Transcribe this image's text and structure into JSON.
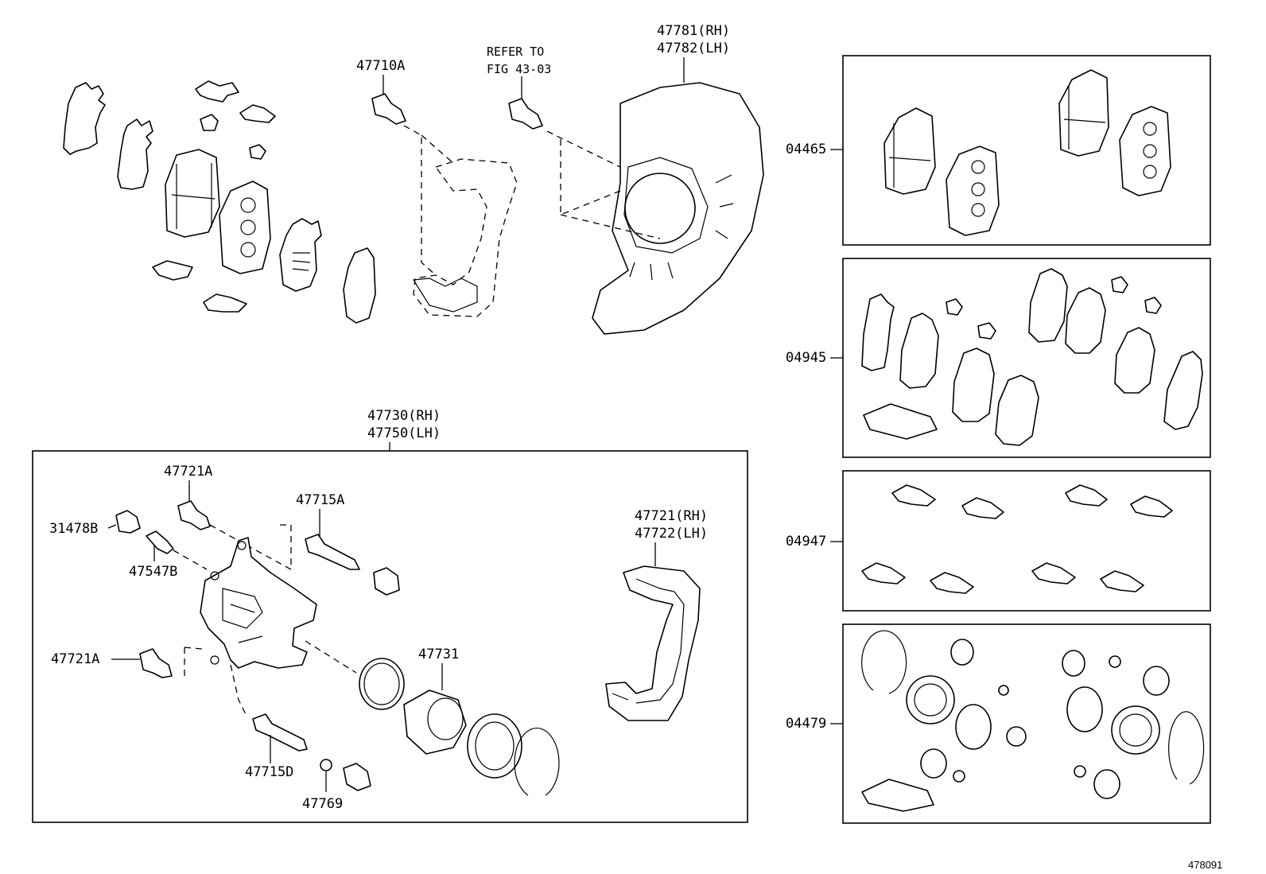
{
  "labels": {
    "bolt_47710a": "47710A",
    "refer_line1": "REFER TO",
    "refer_line2": "FIG 43-03",
    "shield_rh": "47781(RH)",
    "shield_lh": "47782(LH)",
    "caliper_rh": "47730(RH)",
    "caliper_lh": "47750(LH)",
    "bolt_47721a_top": "47721A",
    "boot_31478b": "31478B",
    "bleeder_47547b": "47547B",
    "pin_47715a": "47715A",
    "mount_rh": "47721(RH)",
    "mount_lh": "47722(LH)",
    "bolt_47721a_bottom": "47721A",
    "piston_47731": "47731",
    "pin_47715d": "47715D",
    "cap_47769": "47769"
  },
  "kits": [
    {
      "code": "04465"
    },
    {
      "code": "04945"
    },
    {
      "code": "04947"
    },
    {
      "code": "04479"
    }
  ],
  "figure_id": "478091"
}
